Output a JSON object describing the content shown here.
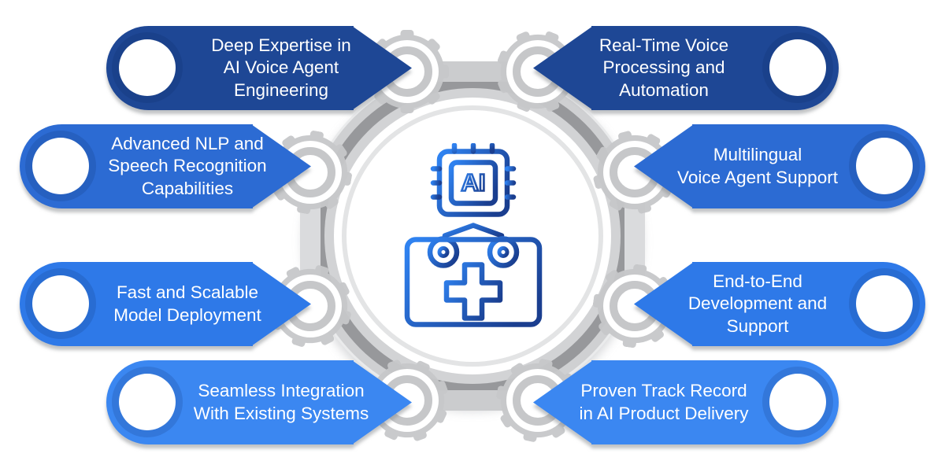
{
  "colors": {
    "row1": "#1e4795",
    "row2": "#2c6bd3",
    "row3": "#2e79e8",
    "row4": "#3b87f1",
    "icon_gradient_start": "#2f82f0",
    "icon_gradient_end": "#1a3e8f",
    "ring_dark": "#97989b",
    "ring_light": "#d2d3d5",
    "node_ring": "#c6c7c9",
    "gear": "#c7c8ca"
  },
  "center": {
    "icon": "ai-chip-machine-icon",
    "chip_label": "AI"
  },
  "banners": [
    {
      "id": "deep-expertise",
      "side": "left",
      "row": 1,
      "label": "Deep Expertise in\nAI Voice Agent\nEngineering"
    },
    {
      "id": "realtime-voice",
      "side": "right",
      "row": 1,
      "label": "Real-Time Voice\nProcessing and\nAutomation"
    },
    {
      "id": "advanced-nlp",
      "side": "left",
      "row": 2,
      "label": "Advanced NLP and\nSpeech Recognition\nCapabilities"
    },
    {
      "id": "multilingual-support",
      "side": "right",
      "row": 2,
      "label": "Multilingual\nVoice Agent Support"
    },
    {
      "id": "fast-deployment",
      "side": "left",
      "row": 3,
      "label": "Fast and Scalable\nModel Deployment"
    },
    {
      "id": "end-to-end",
      "side": "right",
      "row": 3,
      "label": "End-to-End\nDevelopment and\nSupport"
    },
    {
      "id": "seamless-integration",
      "side": "left",
      "row": 4,
      "label": "Seamless Integration\nWith Existing Systems"
    },
    {
      "id": "proven-track-record",
      "side": "right",
      "row": 4,
      "label": "Proven Track Record\nin AI Product Delivery"
    }
  ]
}
